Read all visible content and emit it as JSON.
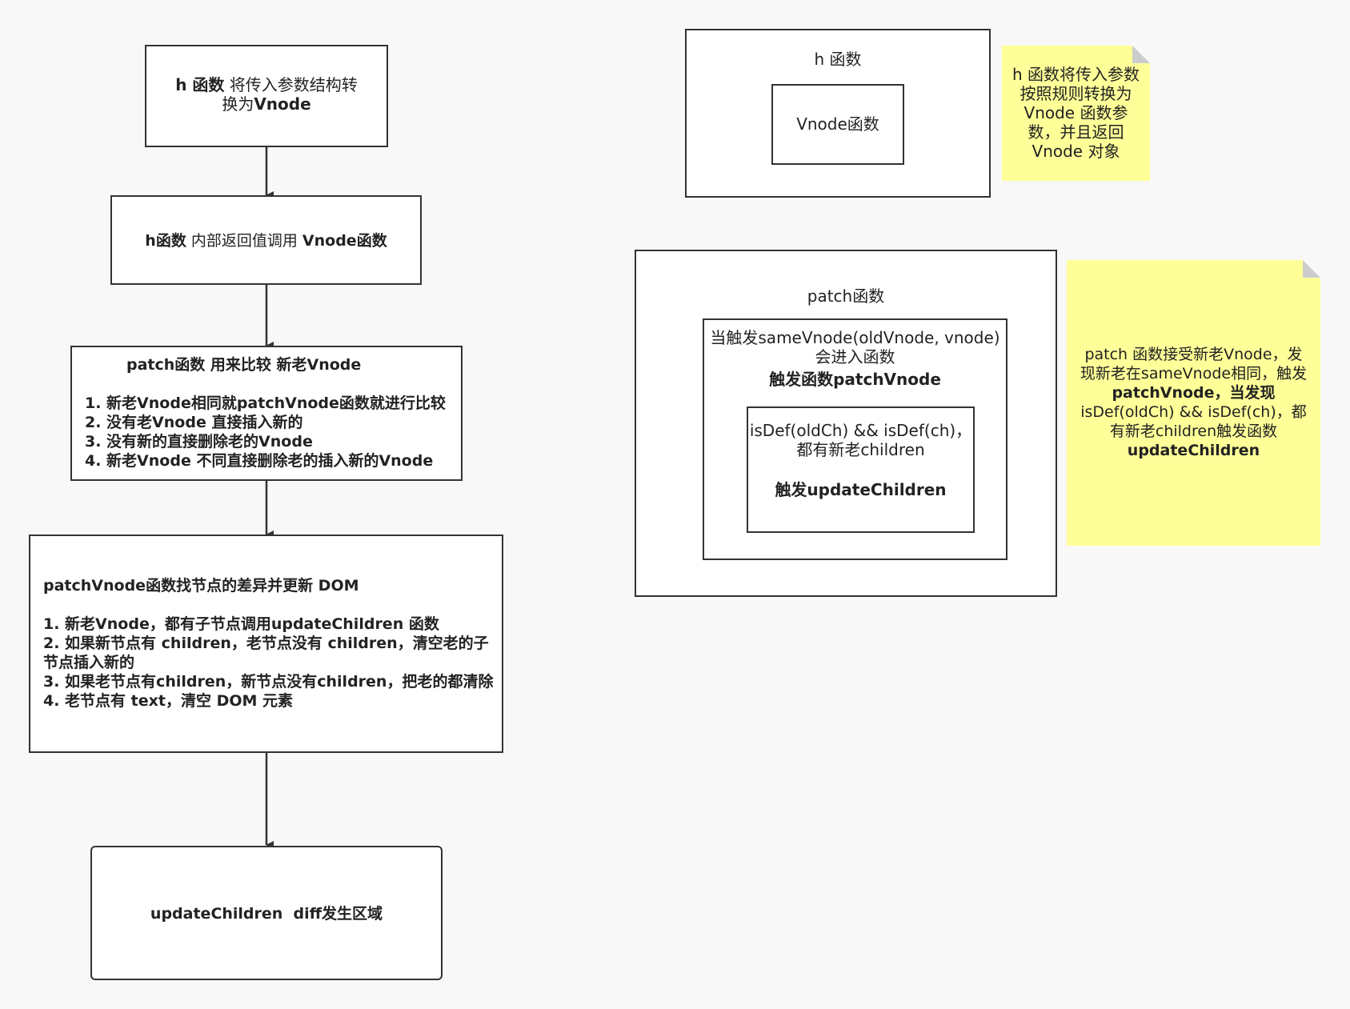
{
  "flow": {
    "box1": {
      "bold": "h 函数",
      "normal": " 将传入参数结构转",
      "line2_normal": "换为",
      "line2_bold": "Vnode"
    },
    "box2": {
      "bold1": "h函数",
      "normal": " 内部返回值调用 ",
      "bold2": "Vnode函数"
    },
    "box3": {
      "title": "patch函数 用来比较 新老Vnode",
      "items": [
        "1. 新老Vnode相同就patchVnode函数就进行比较",
        "2. 没有老Vnode 直接插入新的",
        "3. 没有新的直接删除老的Vnode",
        "4. 新老Vnode 不同直接删除老的插入新的Vnode"
      ]
    },
    "box4": {
      "title": "patchVnode函数找节点的差异并更新 DOM",
      "items": [
        "1. 新老Vnode，都有子节点调用updateChildren 函数",
        "2. 如果新节点有 children，老节点没有 children，清空老的子",
        "节点插入新的",
        "3. 如果老节点有children，新节点没有children，把老的都清除",
        "4. 老节点有 text，清空 DOM 元素"
      ]
    },
    "box5": {
      "text": "updateChildren  diff发生区域"
    }
  },
  "h_panel": {
    "title": "h 函数",
    "inner": "Vnode函数"
  },
  "h_note": {
    "lines": [
      "h 函数将传入参数",
      "按照规则转换为",
      "Vnode 函数参",
      "数，并且返回",
      "Vnode 对象"
    ]
  },
  "patch_panel": {
    "title": "patch函数",
    "mid_line1": "当触发sameVnode(oldVnode, vnode)",
    "mid_line2": "会进入函数",
    "mid_bold": "触发函数patchVnode",
    "inner_line1": "isDef(oldCh) && isDef(ch)，",
    "inner_line2": "都有新老children",
    "inner_bold": "触发updateChildren"
  },
  "patch_note": {
    "line1": "patch 函数接受新老Vnode，发",
    "line2": "现新老在sameVnode相同，触发",
    "line3_bold": "patchVnode，当发现",
    "line4": "isDef(oldCh) && isDef(ch)，都",
    "line5": "有新老children触发函数",
    "line6_bold": "updateChildren"
  }
}
